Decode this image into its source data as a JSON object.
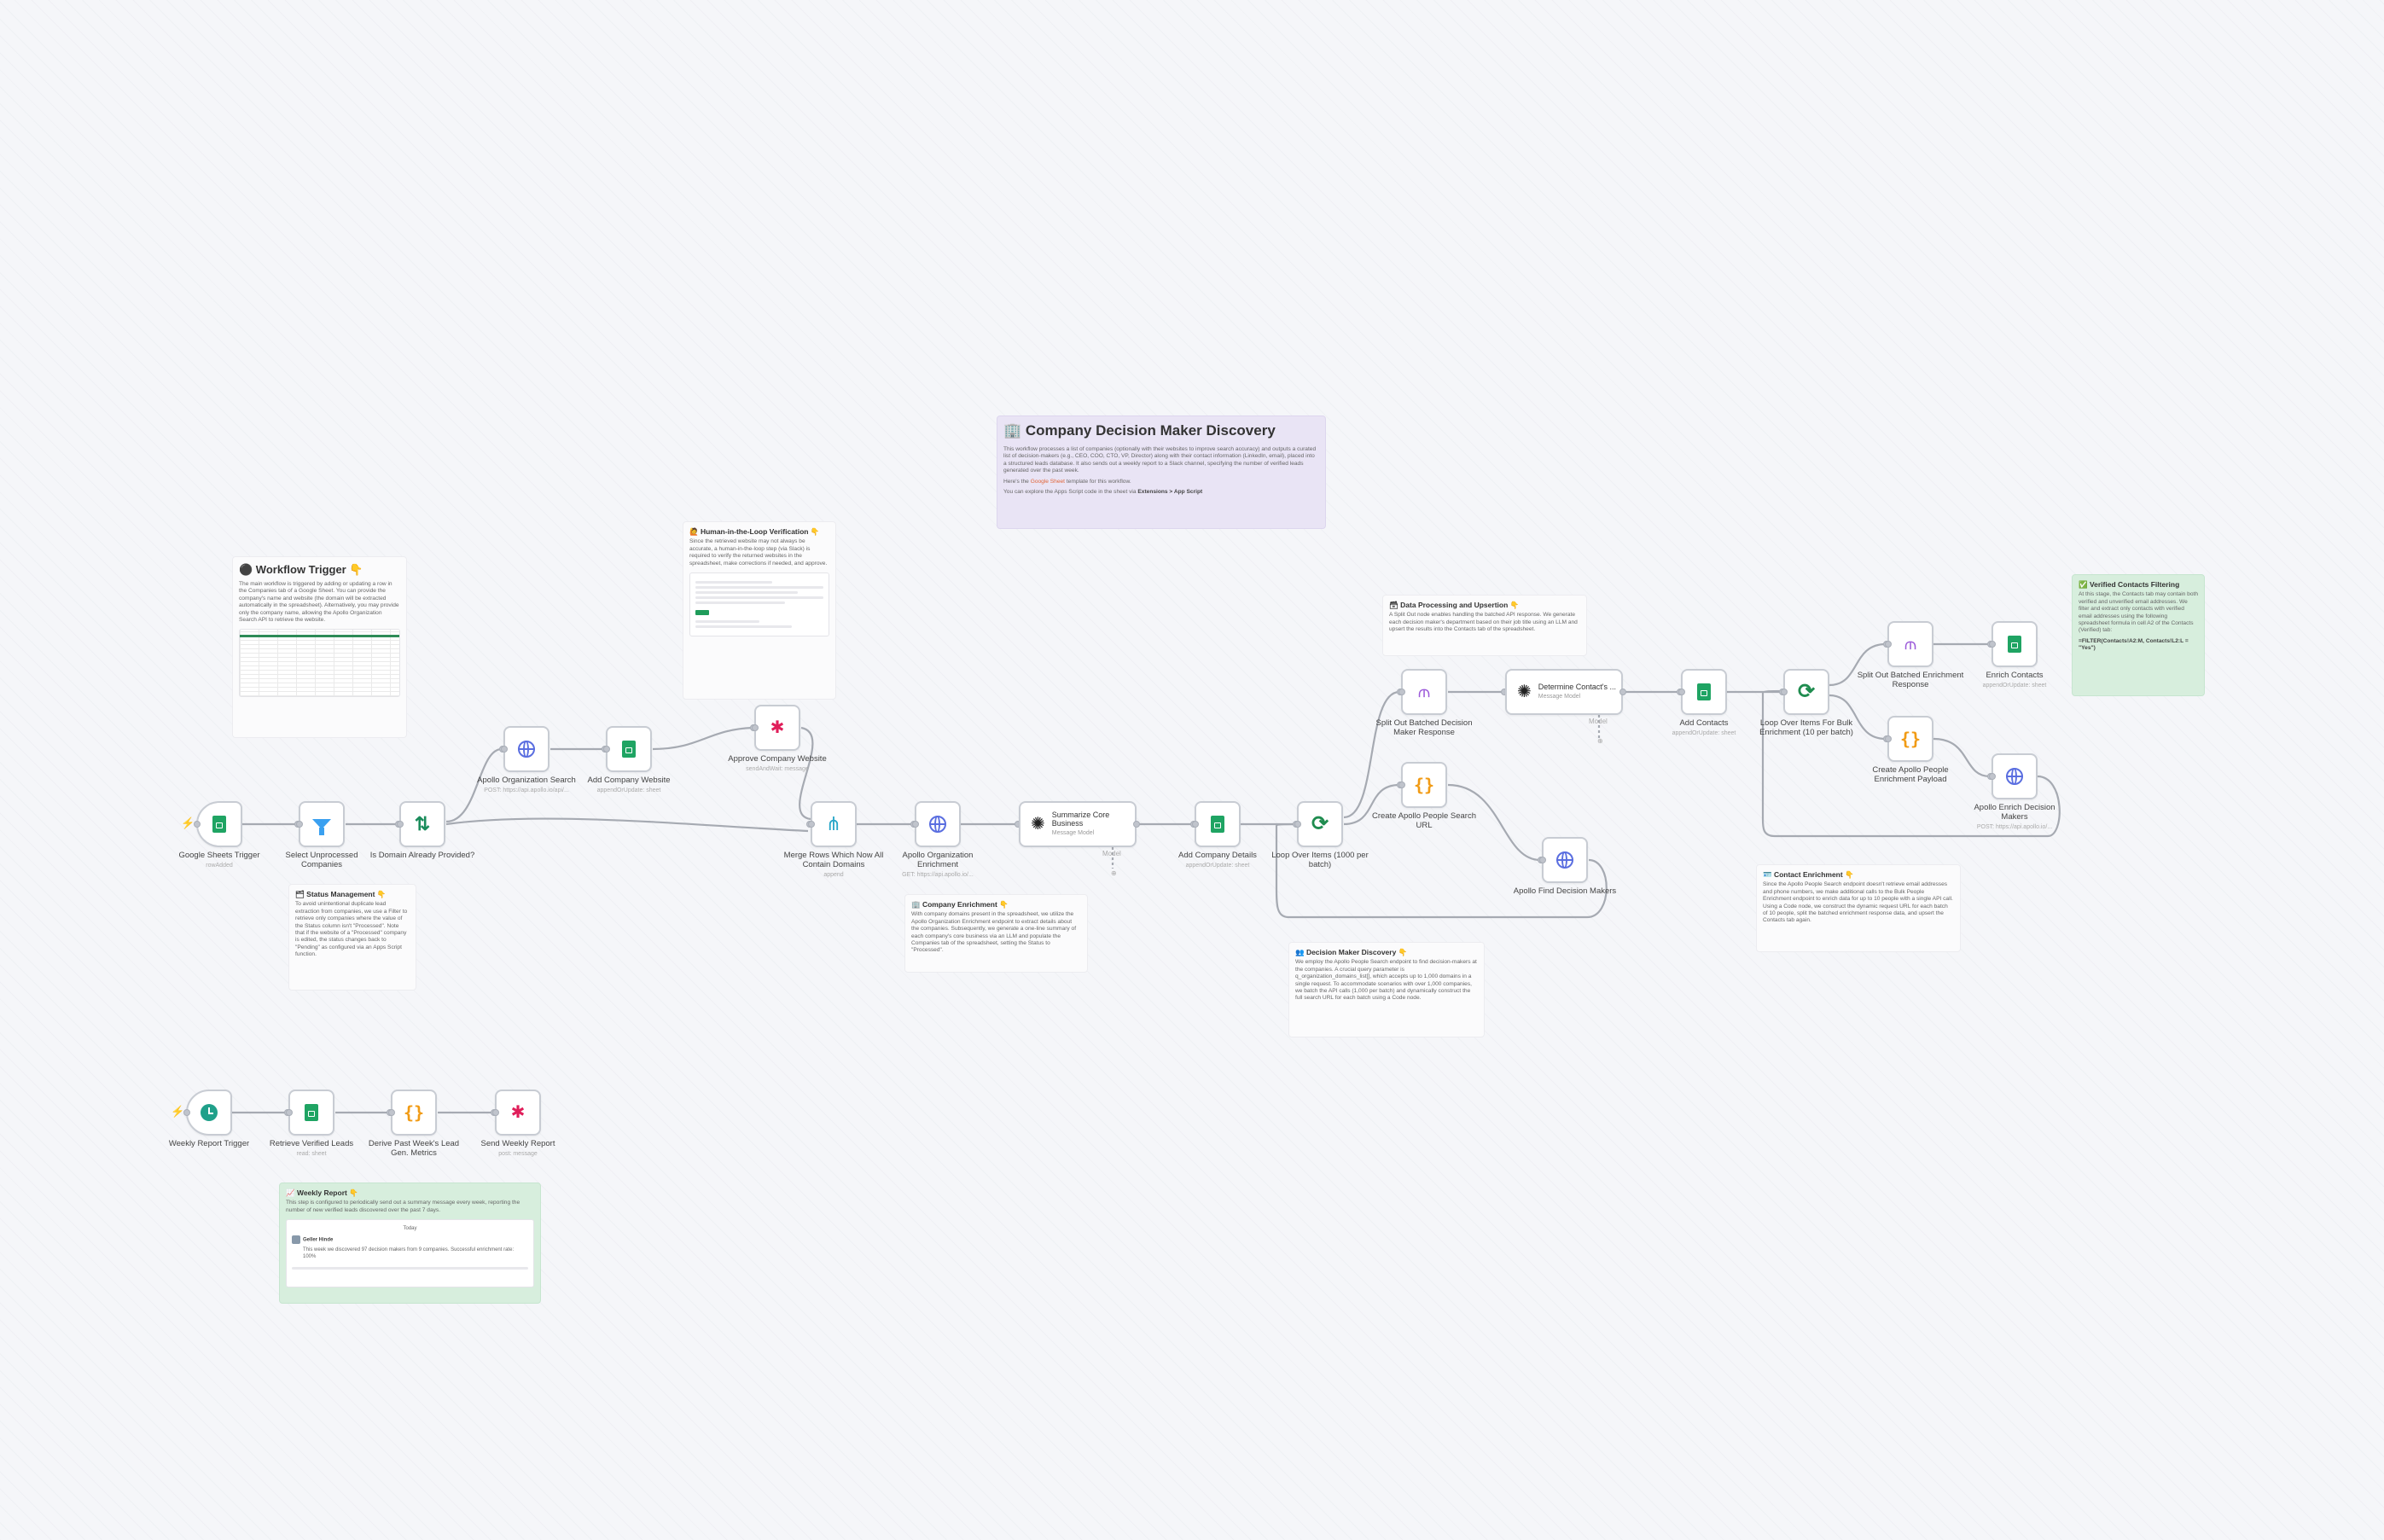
{
  "nodes": {
    "google_sheets_trigger": {
      "label": "Google Sheets Trigger",
      "sub": "rowAdded"
    },
    "select_unprocessed": {
      "label": "Select Unprocessed Companies",
      "sub": ""
    },
    "is_domain_provided": {
      "label": "Is Domain Already Provided?",
      "sub": ""
    },
    "apollo_org_search": {
      "label": "Apollo Organization Search",
      "sub": "POST: https://api.apollo.io/api/..."
    },
    "add_company_website": {
      "label": "Add Company Website",
      "sub": "appendOrUpdate: sheet"
    },
    "approve_company_website": {
      "label": "Approve Company Website",
      "sub": "sendAndWait: message"
    },
    "merge_rows": {
      "label": "Merge Rows Which Now All Contain Domains",
      "sub": "append"
    },
    "apollo_org_enrichment": {
      "label": "Apollo Organization Enrichment",
      "sub": "GET: https://api.apollo.io/..."
    },
    "summarize_core_business": {
      "label": "Summarize Core Business",
      "sub": "Message Model"
    },
    "add_company_details": {
      "label": "Add Company Details",
      "sub": "appendOrUpdate: sheet"
    },
    "loop_over_items_1000": {
      "label": "Loop Over Items (1000 per batch)",
      "sub": ""
    },
    "split_out_batched_dm": {
      "label": "Split Out Batched Decision Maker Response",
      "sub": ""
    },
    "create_people_search_url": {
      "label": "Create Apollo People Search URL",
      "sub": ""
    },
    "apollo_find_dm": {
      "label": "Apollo Find Decision Makers",
      "sub": ""
    },
    "determine_contact": {
      "label": "Determine Contact's ...",
      "sub": "Message Model"
    },
    "add_contacts": {
      "label": "Add Contacts",
      "sub": "appendOrUpdate: sheet"
    },
    "loop_over_items_enrich": {
      "label": "Loop Over Items For Bulk Enrichment (10 per batch)",
      "sub": ""
    },
    "split_out_enrichment": {
      "label": "Split Out Batched Enrichment Response",
      "sub": ""
    },
    "enrich_contacts": {
      "label": "Enrich Contacts",
      "sub": "appendOrUpdate: sheet"
    },
    "create_people_enrichment_payload": {
      "label": "Create Apollo People Enrichment Payload",
      "sub": ""
    },
    "apollo_enrich_dm": {
      "label": "Apollo Enrich Decision Makers",
      "sub": "POST: https://api.apollo.io/..."
    },
    "weekly_report_trigger": {
      "label": "Weekly Report Trigger",
      "sub": ""
    },
    "retrieve_verified_leads": {
      "label": "Retrieve Verified Leads",
      "sub": "read: sheet"
    },
    "derive_metrics": {
      "label": "Derive Past Week's Lead Gen. Metrics",
      "sub": ""
    },
    "send_weekly_report": {
      "label": "Send Weekly Report",
      "sub": "post: message"
    }
  },
  "model_tag": "Model",
  "stickies": {
    "main": {
      "title": "🏢 Company Decision Maker Discovery",
      "body": "This workflow processes a list of companies (optionally with their websites to improve search accuracy) and outputs a curated list of decision-makers (e.g., CEO, COO, CTO, VP, Director) along with their contact information (LinkedIn, email), placed into a structured leads database. It also sends out a weekly report to a Slack channel, specifying the number of verified leads generated over the past week.",
      "template_prefix": "Here's the ",
      "template_link": "Google Sheet",
      "template_suffix": " template for this workflow.",
      "script_prefix": "You can explore the Apps Script code in the sheet via ",
      "script_bold": "Extensions > App Script"
    },
    "trigger": {
      "title": "⚫ Workflow Trigger 👇",
      "body": "The main workflow is triggered by adding or updating a row in the Companies tab of a Google Sheet. You can provide the company's name and website (the domain will be extracted automatically in the spreadsheet). Alternatively, you may provide only the company name, allowing the Apollo Organization Search API to retrieve the website."
    },
    "hitl": {
      "title": "🙋 Human-in-the-Loop Verification 👇",
      "body": "Since the retrieved website may not always be accurate, a human-in-the-loop step (via Slack) is required to verify the returned websites in the spreadsheet, make corrections if needed, and approve."
    },
    "status": {
      "title": "🗂 Status Management 👇",
      "body": "To avoid unintentional duplicate lead extraction from companies, we use a Filter to retrieve only companies where the value of the Status column isn't \"Processed\". Note that if the website of a \"Processed\" company is edited, the status changes back to \"Pending\" as configured via an Apps Script function."
    },
    "company_enrichment": {
      "title": "🏢 Company Enrichment 👇",
      "body": "With company domains present in the spreadsheet, we utilize the Apollo Organization Enrichment endpoint to extract details about the companies. Subsequently, we generate a one-line summary of each company's core business via an LLM and populate the Companies tab of the spreadsheet, setting the Status to \"Processed\"."
    },
    "data_processing": {
      "title": "🗃 Data Processing and Upsertion 👇",
      "body": "A Split Out node enables handling the batched API response. We generate each decision maker's department based on their job title using an LLM and upsert the results into the Contacts tab of the spreadsheet."
    },
    "dm_discovery": {
      "title": "👥 Decision Maker Discovery 👇",
      "body": "We employ the Apollo People Search endpoint to find decision-makers at the companies. A crucial query parameter is q_organization_domains_list[], which accepts up to 1,000 domains in a single request. To accommodate scenarios with over 1,000 companies, we batch the API calls (1,000 per batch) and dynamically construct the full search URL for each batch using a Code node."
    },
    "contact_enrichment": {
      "title": "🪪 Contact Enrichment 👇",
      "body": "Since the Apollo People Search endpoint doesn't retrieve email addresses and phone numbers, we make additional calls to the Bulk People Enrichment endpoint to enrich data for up to 10 people with a single API call. Using a Code node, we construct the dynamic request URL for each batch of 10 people, split the batched enrichment response data, and upsert the Contacts tab again."
    },
    "verified": {
      "title": "✅ Verified Contacts Filtering",
      "body": "At this stage, the Contacts tab may contain both verified and unverified email addresses. We filter and extract only contacts with verified email addresses using the following spreadsheet formula in cell A2 of the Contacts (Verified) tab:",
      "formula": "=FILTER(Contacts!A2:M, Contacts!L2:L = \"Yes\")"
    },
    "weekly": {
      "title": "📈 Weekly Report 👇",
      "body": "This step is configured to periodically send out a summary message every week, reporting the number of new verified leads discovered over the past 7 days.",
      "chat_name": "Geller Hinde",
      "chat_day": "Today",
      "chat_text": "This week we discovered 97 decision makers from 9 companies. Successful enrichment rate: 100%"
    }
  }
}
